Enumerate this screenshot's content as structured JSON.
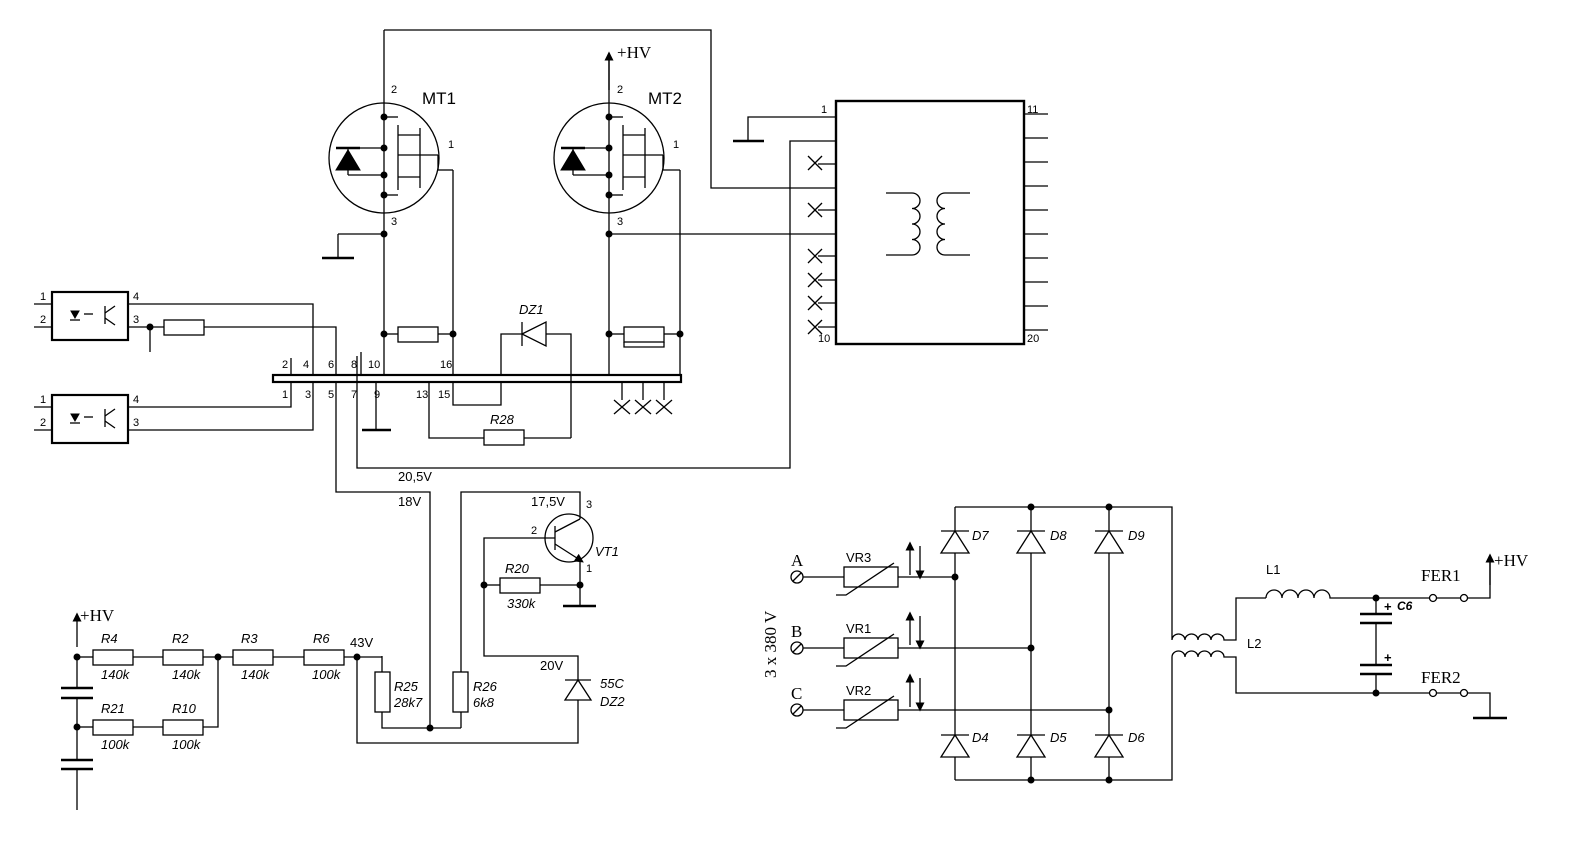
{
  "transistors": {
    "mt1": "MT1",
    "mt2": "MT2",
    "vt1": "VT1"
  },
  "pins": {
    "mt1_drain": "2",
    "mt1_gate": "1",
    "mt1_source": "3",
    "mt2_drain": "2",
    "mt2_gate": "1",
    "mt2_source": "3",
    "tr_p1": "1",
    "tr_p11": "11",
    "tr_p10": "10",
    "tr_p20": "20",
    "vt1_b": "2",
    "vt1_c": "3",
    "vt1_e": "1",
    "opto_1": "1",
    "opto_2": "2",
    "opto_3": "3",
    "opto_4": "4"
  },
  "connector_top": [
    "2",
    "4",
    "6",
    "8",
    "10",
    "16"
  ],
  "connector_bottom": [
    "1",
    "3",
    "5",
    "7",
    "9",
    "13",
    "15"
  ],
  "labels": {
    "hv": "+HV",
    "dz1": "DZ1",
    "r28": "R28",
    "v205": "20,5V",
    "v18": "18V",
    "v175": "17,5V",
    "r20": "R20",
    "r20_val": "330k",
    "v20": "20V",
    "dz2_code": "55C",
    "dz2": "DZ2",
    "v43": "43V",
    "r25": "R25",
    "r25_val": "28k7",
    "r26": "R26",
    "r26_val": "6k8"
  },
  "divider": {
    "r4": "R4",
    "r4_val": "140k",
    "r2": "R2",
    "r2_val": "140k",
    "r3": "R3",
    "r3_val": "140k",
    "r6": "R6",
    "r6_val": "100k",
    "r21": "R21",
    "r21_val": "100k",
    "r10": "R10",
    "r10_val": "100k"
  },
  "rectifier": {
    "phase_a": "A",
    "phase_b": "B",
    "phase_c": "C",
    "supply": "3 x 380 V",
    "vr3": "VR3",
    "vr1": "VR1",
    "vr2": "VR2",
    "d7": "D7",
    "d8": "D8",
    "d9": "D9",
    "d4": "D4",
    "d5": "D5",
    "d6": "D6",
    "l1": "L1",
    "l2": "L2",
    "c6": "C6",
    "fer1": "FER1",
    "fer2": "FER2"
  }
}
